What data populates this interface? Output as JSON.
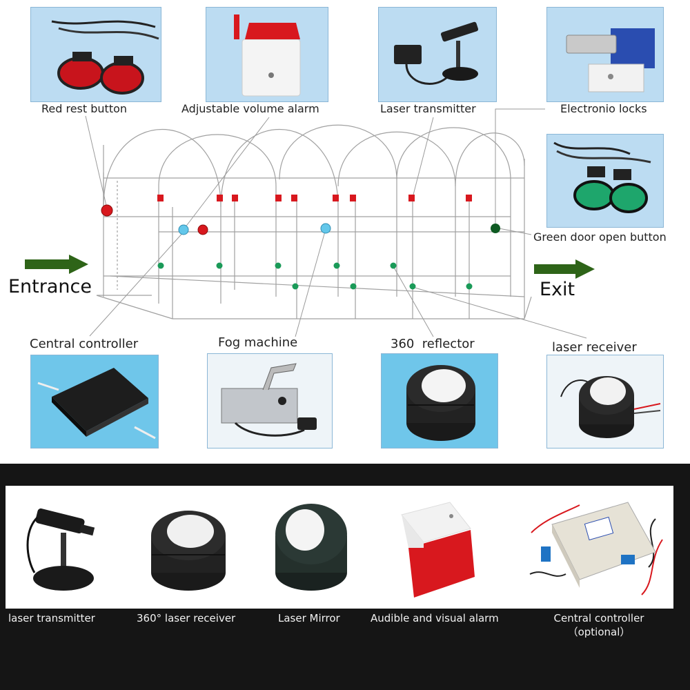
{
  "diagram": {
    "entrance_label": "Entrance",
    "exit_label": "Exit",
    "top_components": [
      {
        "label": "Red rest button"
      },
      {
        "label": "Adjustable volume alarm"
      },
      {
        "label": "Laser transmitter"
      },
      {
        "label": "Electronio locks"
      }
    ],
    "side_component": {
      "label": "Green door open button"
    },
    "bottom_components": [
      {
        "label": "Central controller"
      },
      {
        "label": "Fog machine"
      },
      {
        "label": "360  reflector"
      },
      {
        "label": "laser receiver"
      }
    ],
    "colors": {
      "arrow": "#2e6418",
      "red_marker": "#d8181e",
      "cyan_marker": "#63c7ea",
      "green_marker": "#1a9a58",
      "dark_green_marker": "#0e5a22",
      "frame": "#9a9a9a",
      "photo_bg": "#bcdcf2"
    }
  },
  "products": {
    "items": [
      {
        "label": "laser transmitter"
      },
      {
        "label": "360° laser receiver"
      },
      {
        "label": "Laser Mirror"
      },
      {
        "label": "Audible and visual alarm"
      },
      {
        "label": "Central controller",
        "note": "（optional）"
      }
    ]
  }
}
